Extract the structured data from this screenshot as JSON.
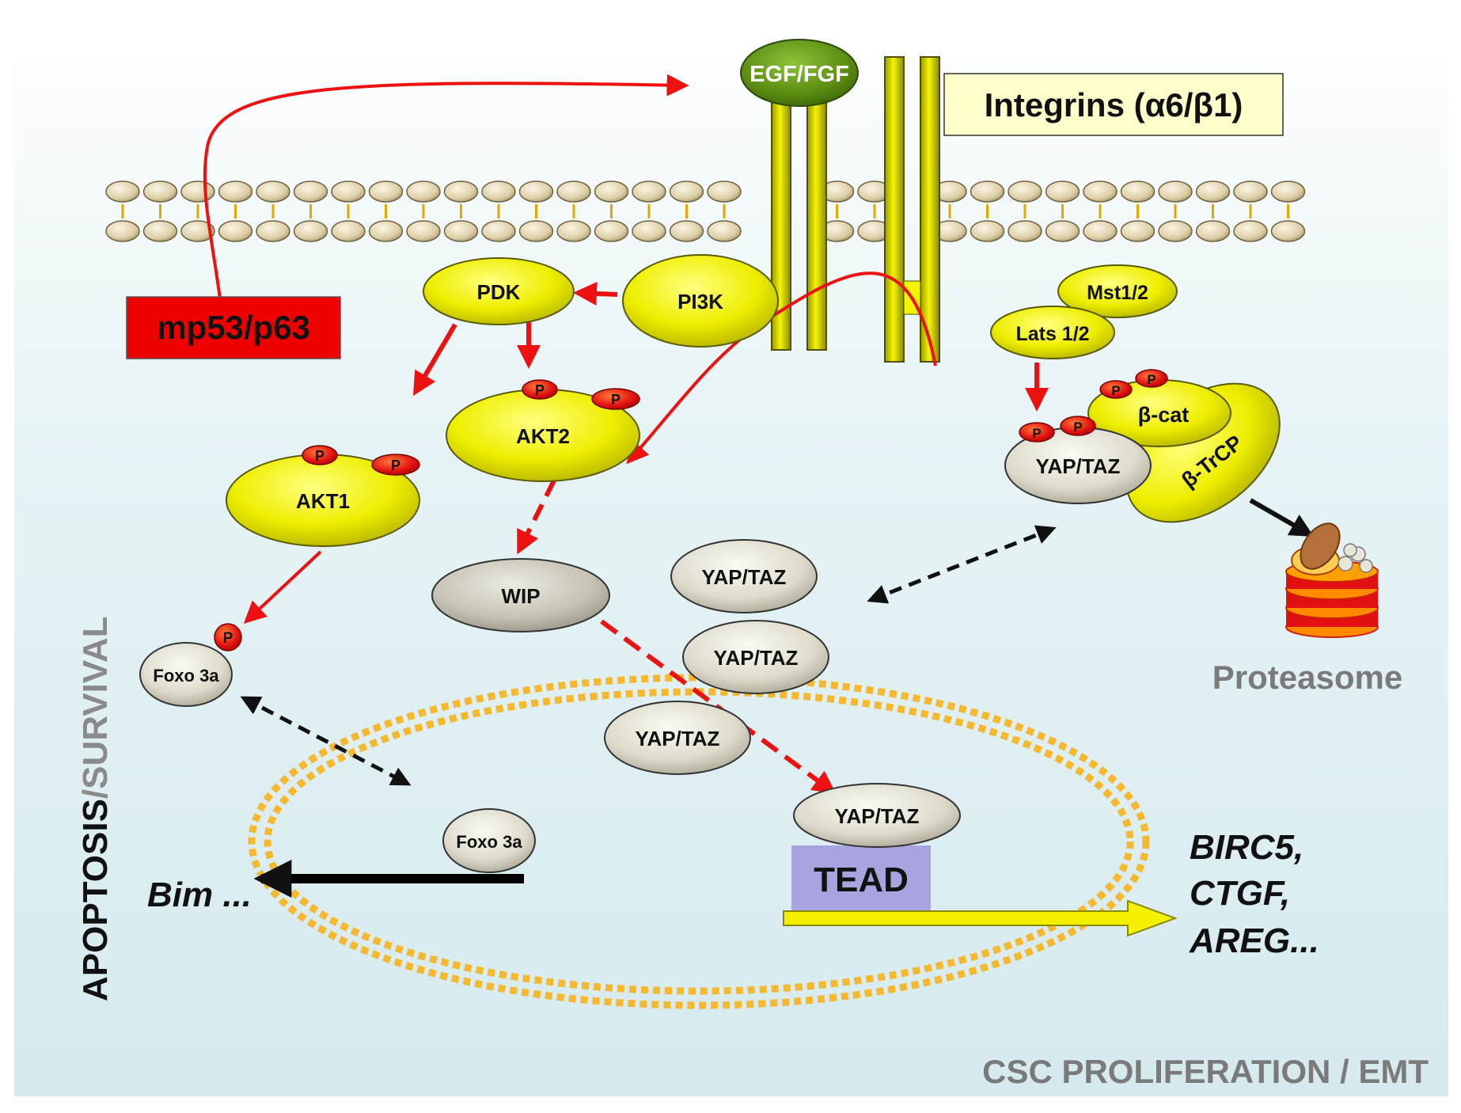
{
  "ligand": {
    "label": "EGF/FGF"
  },
  "integrins": {
    "label": "Integrins (α6/β1)"
  },
  "mutant": {
    "label": "mp53/p63"
  },
  "nodes": {
    "pdk": "PDK",
    "pi3k": "PI3K",
    "akt1": "AKT1",
    "akt2": "AKT2",
    "mst": "Mst1/2",
    "lats": "Lats 1/2",
    "bcat": "β-cat",
    "btrcp": "β-TrCP",
    "yap_complex": "YAP/TAZ",
    "wip": "WIP",
    "yap_1": "YAP/TAZ",
    "yap_2": "YAP/TAZ",
    "yap_3": "YAP/TAZ",
    "yap_tead": "YAP/TAZ",
    "foxo_cyto": "Foxo 3a",
    "foxo_nuc": "Foxo 3a",
    "tead": "TEAD"
  },
  "phospho": "P",
  "labels": {
    "proteasome": "Proteasome",
    "bim": "Bim ...",
    "targets": [
      "BIRC5,",
      "CTGF,",
      "AREG..."
    ],
    "side_dark": "APOPTOSIS",
    "side_light": "/SURVIVAL",
    "footer": "CSC PROLIFERATION / EMT"
  },
  "colors": {
    "background_top": "#ffffff",
    "background": "#dcedf0",
    "node_yellow": "#f2f200",
    "node_yellow_dark": "#9a9a00",
    "node_grey": "#d8d4c4",
    "ligand_green": "#5a8a10",
    "red": "#ee1111",
    "tead": "#a7a4e0",
    "nucleus": "#f5b82e",
    "transcription": "#f5f000",
    "label_grey": "#7a7a7a",
    "integrin_box": "#ffffcc"
  }
}
